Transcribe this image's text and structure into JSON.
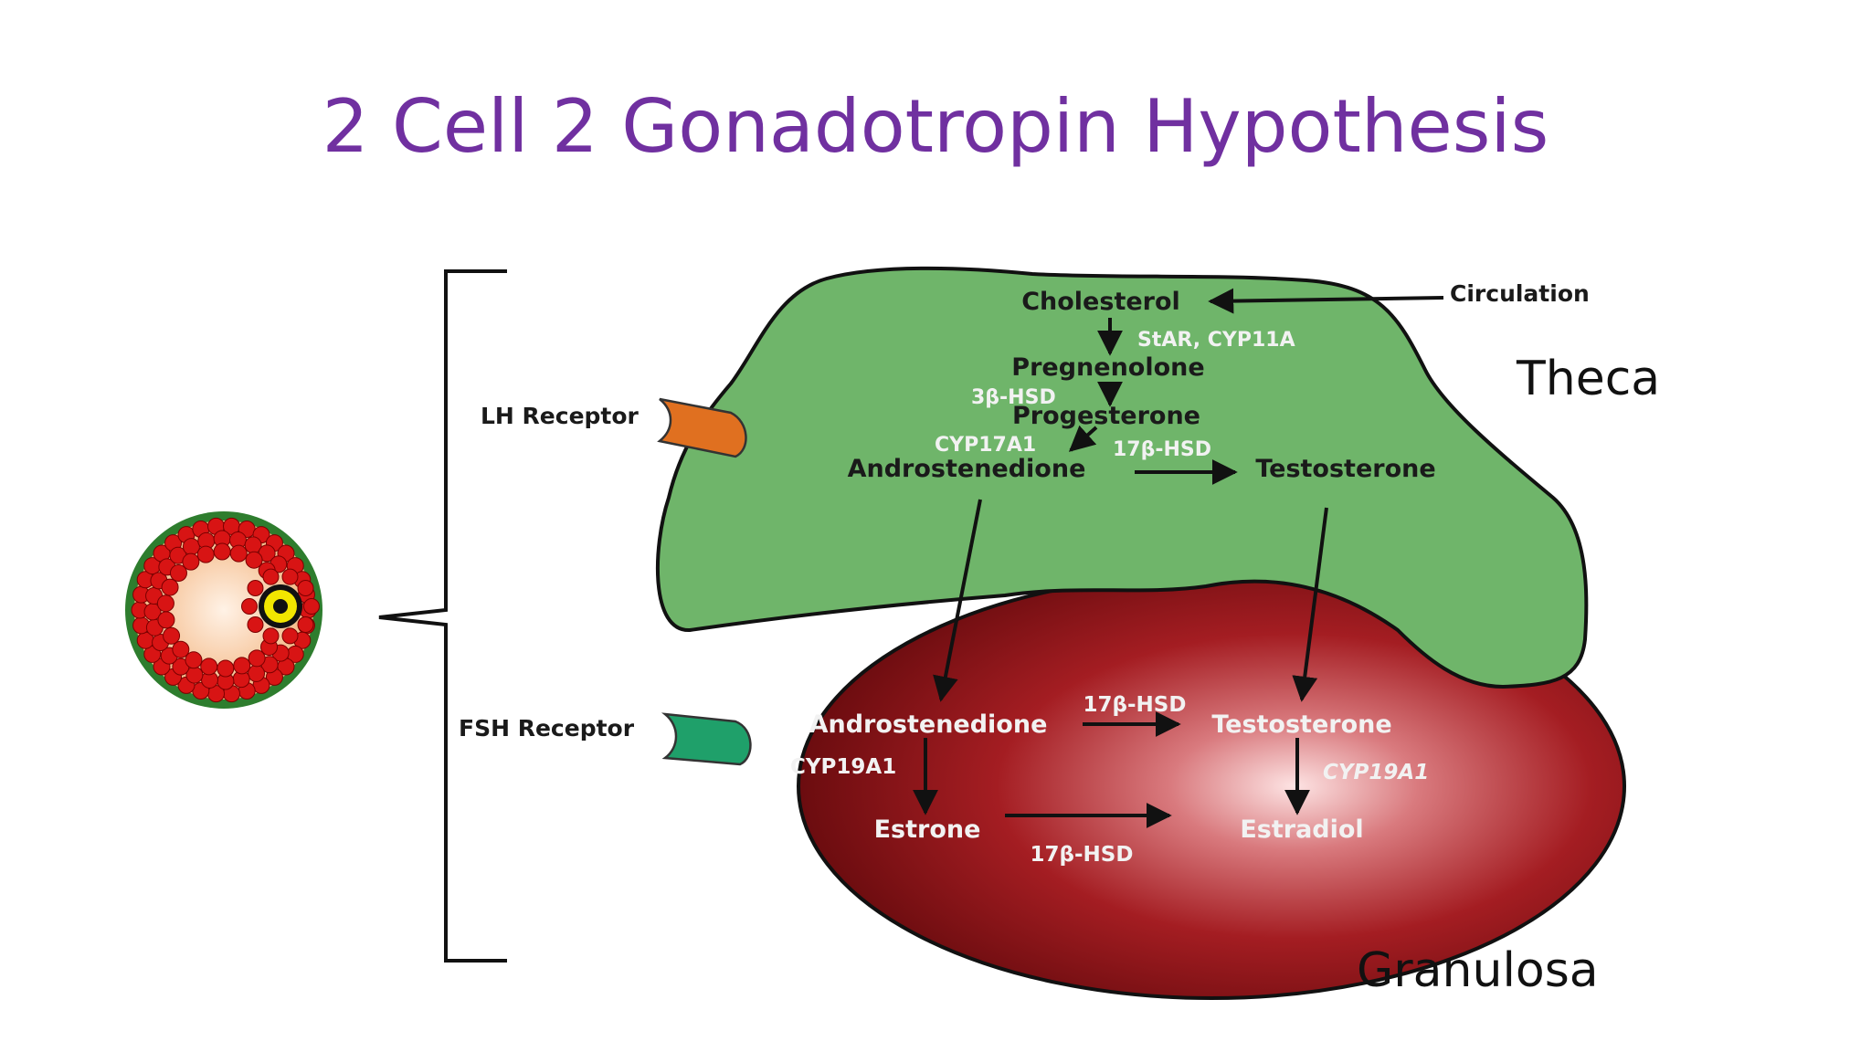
{
  "title": "2 Cell 2 Gonadotropin Hypothesis",
  "colors": {
    "title": "#7030a0",
    "theca_fill": "#6fb56a",
    "granulosa_fill": "#8b1216",
    "lh_receptor": "#e07020",
    "fsh_receptor": "#1fa06a"
  },
  "labels": {
    "theca": "Theca",
    "granulosa": "Granulosa",
    "lh_receptor": "LH Receptor",
    "fsh_receptor": "FSH Receptor",
    "circulation": "Circulation"
  },
  "theca_pathway": {
    "cholesterol": "Cholesterol",
    "star_cyp11a": "StAR, CYP11A",
    "pregnenolone": "Pregnenolone",
    "hsd3b": "3β-HSD",
    "progesterone": "Progesterone",
    "cyp17a1": "CYP17A1",
    "hsd17b": "17β-HSD",
    "androstenedione": "Androstenedione",
    "testosterone": "Testosterone"
  },
  "granulosa_pathway": {
    "androstenedione": "Androstenedione",
    "hsd17b_top": "17β-HSD",
    "testosterone": "Testosterone",
    "cyp19a1_left": "CYP19A1",
    "cyp19a1_right": "CYP19A1",
    "estrone": "Estrone",
    "estradiol": "Estradiol",
    "hsd17b_bottom": "17β-HSD"
  }
}
